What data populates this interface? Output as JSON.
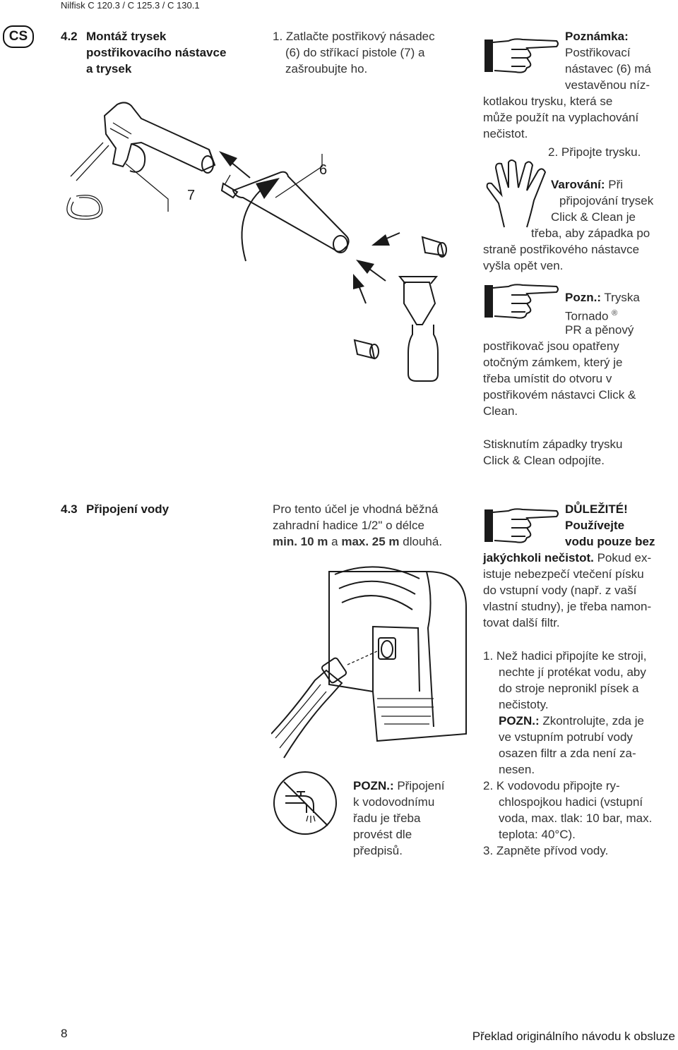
{
  "header": {
    "model": "Nilfisk C 120.3 / C 125.3 / C 130.1",
    "lang": "CS"
  },
  "section42": {
    "number": "4.2",
    "title_lines": [
      "Montáž trysek",
      "postřikovacího nástavce",
      "a trysek"
    ],
    "step1_lines": [
      "1. Zatlačte postřikový násadec",
      "(6) do stříkací pistole (7) a",
      "zašroubujte ho."
    ],
    "callout_7": "7",
    "callout_6": "6",
    "note1_label": "Poznámka:",
    "note1_lines": [
      "Postřikovací",
      "nástavec (6) má",
      "vestavěnou níz-",
      "kotlakou trysku, která se",
      "může použít na vyplachování",
      "nečistot."
    ],
    "step2": "2.   Připojte trysku.",
    "warning_label": "Varování:",
    "warning_first": " Při",
    "warning_lines": [
      "připojování trysek",
      "Click & Clean je",
      "třeba, aby západka po",
      "straně postřikového nástavce",
      "vyšla opět ven."
    ],
    "note2_label": "Pozn.:",
    "note2_first": " Tryska",
    "note2_tornado": "Tornado",
    "note2_reg": "®",
    "note2_lines": [
      "PR a pěnový",
      "postřikovač jsou opatřeny",
      "otočným zámkem, který je",
      "třeba umístit do otvoru v",
      "postřikovém nástavci Click &",
      "Clean."
    ],
    "release_lines": [
      "Stisknutím západky trysku",
      "Click & Clean odpojíte."
    ]
  },
  "section43": {
    "number": "4.3",
    "title": "Připojení vody",
    "intro_line1": "Pro tento účel je vhodná běžná",
    "intro_line2": "zahradní hadice 1/2\" o délce",
    "intro_min": "min. 10 m",
    "intro_a": " a ",
    "intro_max": "max. 25 m",
    "intro_end": " dlouhá.",
    "important_title": "DŮLEŽITÉ!",
    "important_bold1": "Používejte",
    "important_bold2": "vodu pouze bez",
    "important_bold3": "jakýchkoli nečistot.",
    "important_rest_first": " Pokud ex-",
    "important_lines": [
      "istuje nebezpečí vtečení písku",
      "do vstupní vody (např. z vaší",
      "vlastní studny), je třeba namon-",
      "tovat další filtr."
    ],
    "step1_lines": [
      "1. Než hadici připojíte ke stroji,",
      "nechte jí protékat vodu, aby",
      "do stroje nepronikl písek a",
      "nečistoty."
    ],
    "pozn_label": "POZN.:",
    "pozn_first": " Zkontrolujte, zda je",
    "pozn_lines": [
      "ve vstupním potrubí vody",
      "osazen filtr a zda není za-",
      "nesen."
    ],
    "step2_lines": [
      "2. K vodovodu připojte ry-",
      "chlospojkou hadici (vstupní",
      "voda, max. tlak: 10 bar, max.",
      "teplota: 40°C)."
    ],
    "step3": "3. Zapněte přívod vody.",
    "tap_label": "POZN.:",
    "tap_first": " Připojení",
    "tap_lines": [
      "k vodovodnímu",
      "řadu je třeba",
      "provést dle",
      "předpisů."
    ]
  },
  "footer": {
    "page": "8",
    "title": "Překlad originálního návodu k obsluze"
  }
}
